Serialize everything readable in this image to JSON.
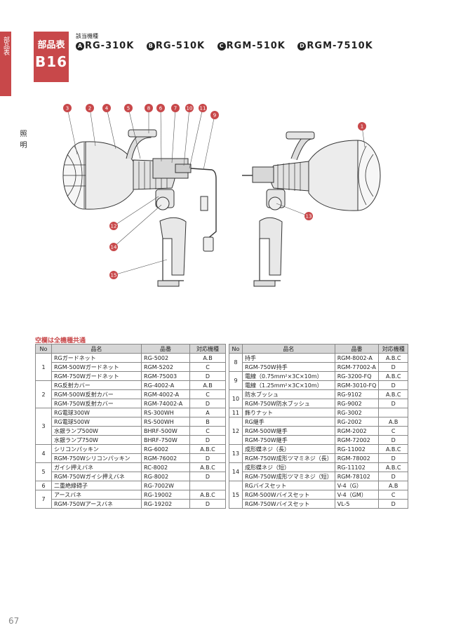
{
  "side": {
    "tab_text": "部品表",
    "category": "照明"
  },
  "header": {
    "section": "部品表",
    "code": "B16",
    "models_label": "該当機種",
    "models": [
      {
        "mark": "A",
        "name": "RG-310K"
      },
      {
        "mark": "B",
        "name": "RG-510K"
      },
      {
        "mark": "C",
        "name": "RGM-510K"
      },
      {
        "mark": "D",
        "name": "RGM-7510K"
      }
    ]
  },
  "diagram": {
    "callouts_left": [
      "3",
      "2",
      "4",
      "5",
      "8",
      "6",
      "7",
      "10",
      "11",
      "9",
      "12",
      "14",
      "15"
    ],
    "callouts_right": [
      "1",
      "13"
    ],
    "accent_color": "#c8484a"
  },
  "note": "空欄は全機種共通",
  "table": {
    "headers": [
      "No",
      "品名",
      "品番",
      "対応機種"
    ],
    "left": [
      {
        "no": "1",
        "rows": [
          [
            "RGガードネット",
            "RG-5002",
            "A.B"
          ],
          [
            "RGM-500Wガードネット",
            "RGM-5202",
            "C"
          ],
          [
            "RGM-750Wガードネット",
            "RGM-75003",
            "D"
          ]
        ]
      },
      {
        "no": "2",
        "rows": [
          [
            "RG反射カバー",
            "RG-4002-A",
            "A.B"
          ],
          [
            "RGM-500W反射カバー",
            "RGM-4002-A",
            "C"
          ],
          [
            "RGM-750W反射カバー",
            "RGM-74002-A",
            "D"
          ]
        ]
      },
      {
        "no": "3",
        "rows": [
          [
            "RG電球300W",
            "RS-300WH",
            "A"
          ],
          [
            "RG電球500W",
            "RS-500WH",
            "B"
          ],
          [
            "水銀ランプ500W",
            "BHRF-500W",
            "C"
          ],
          [
            "水銀ランプ750W",
            "BHRF-750W",
            "D"
          ]
        ]
      },
      {
        "no": "4",
        "rows": [
          [
            "シリコンパッキン",
            "RG-6002",
            "A.B.C"
          ],
          [
            "RGM-750Wシリコンパッキン",
            "RGM-76002",
            "D"
          ]
        ]
      },
      {
        "no": "5",
        "rows": [
          [
            "ガイシ押えバネ",
            "RC-8002",
            "A.B.C"
          ],
          [
            "RGM-750Wガイシ押えバネ",
            "RG-8002",
            "D"
          ]
        ]
      },
      {
        "no": "6",
        "rows": [
          [
            "二重絶縁碍子",
            "RG-7002W",
            ""
          ]
        ]
      },
      {
        "no": "7",
        "rows": [
          [
            "アースバネ",
            "RG-19002",
            "A.B.C"
          ],
          [
            "RGM-750Wアースバネ",
            "RG-19202",
            "D"
          ]
        ]
      }
    ],
    "right": [
      {
        "no": "8",
        "rows": [
          [
            "持手",
            "RGM-8002-A",
            "A.B.C"
          ],
          [
            "RGM-750W持手",
            "RGM-77002-A",
            "D"
          ]
        ]
      },
      {
        "no": "9",
        "rows": [
          [
            "電線（0.75mm²×3C×10m）",
            "RG-3200-FQ",
            "A.B.C"
          ],
          [
            "電線（1.25mm²×3C×10m）",
            "RGM-3010-FQ",
            "D"
          ]
        ]
      },
      {
        "no": "10",
        "rows": [
          [
            "防水ブッシュ",
            "RG-9102",
            "A.B.C"
          ],
          [
            "RGM-750W防水ブッシュ",
            "RG-9002",
            "D"
          ]
        ]
      },
      {
        "no": "11",
        "rows": [
          [
            "飾りナット",
            "RG-3002",
            ""
          ]
        ]
      },
      {
        "no": "12",
        "rows": [
          [
            "RG継手",
            "RG-2002",
            "A.B"
          ],
          [
            "RGM-500W継手",
            "RGM-2002",
            "C"
          ],
          [
            "RGM-750W継手",
            "RGM-72002",
            "D"
          ]
        ]
      },
      {
        "no": "13",
        "rows": [
          [
            "成形蝶ネジ（長）",
            "RG-11002",
            "A.B.C"
          ],
          [
            "RGM-750W成形ツマミネジ（長）",
            "RGM-78002",
            "D"
          ]
        ]
      },
      {
        "no": "14",
        "rows": [
          [
            "成形蝶ネジ（短）",
            "RG-11102",
            "A.B.C"
          ],
          [
            "RGM-750W成形ツマミネジ（短）",
            "RGM-78102",
            "D"
          ]
        ]
      },
      {
        "no": "15",
        "rows": [
          [
            "RGバイスセット",
            "V-4（G）",
            "A.B"
          ],
          [
            "RGM-500Wバイスセット",
            "V-4（GM）",
            "C"
          ],
          [
            "RGM-750Wバイスセット",
            "VL-5",
            "D"
          ]
        ]
      }
    ]
  },
  "page_number": "67"
}
